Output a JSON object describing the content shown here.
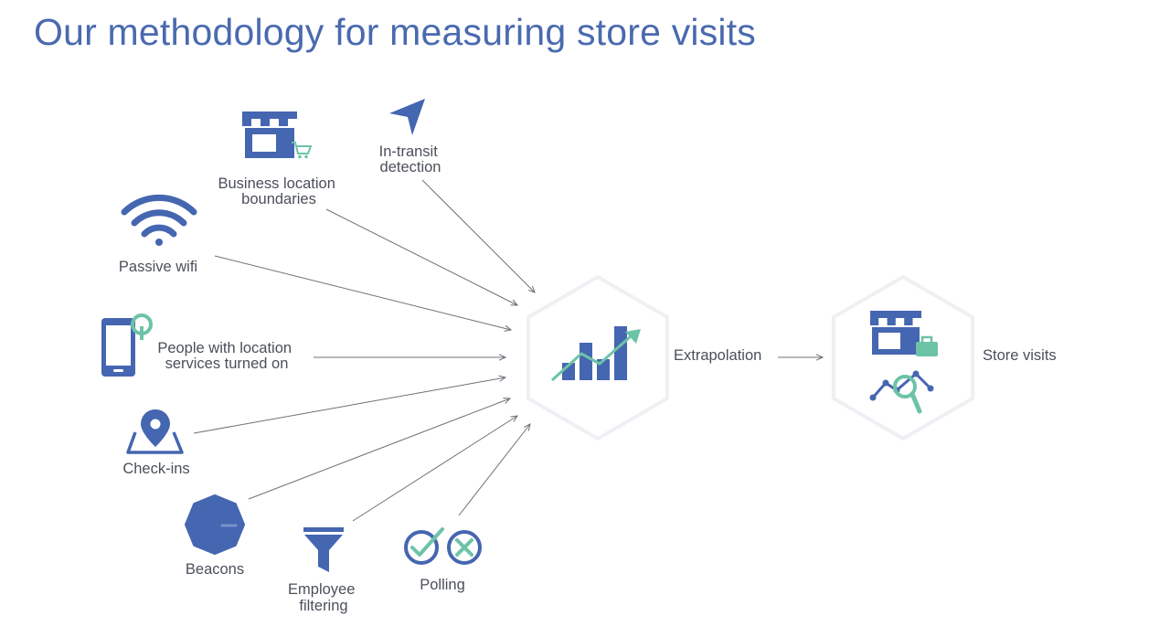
{
  "title": "Our methodology for measuring store visits",
  "inputs": [
    {
      "id": "in-transit",
      "label_lines": [
        "In-transit",
        "detection"
      ],
      "icon": "navigation-arrow-icon"
    },
    {
      "id": "business-location",
      "label_lines": [
        "Business location",
        "boundaries"
      ],
      "icon": "storefront-cart-icon"
    },
    {
      "id": "passive-wifi",
      "label_lines": [
        "Passive wifi"
      ],
      "icon": "wifi-icon"
    },
    {
      "id": "location-services",
      "label_lines": [
        "People with location",
        "services turned on"
      ],
      "icon": "phone-location-icon"
    },
    {
      "id": "check-ins",
      "label_lines": [
        "Check-ins"
      ],
      "icon": "map-pin-icon"
    },
    {
      "id": "beacons",
      "label_lines": [
        "Beacons"
      ],
      "icon": "beacon-icon"
    },
    {
      "id": "employee-filtering",
      "label_lines": [
        "Employee",
        "filtering"
      ],
      "icon": "funnel-icon"
    },
    {
      "id": "polling",
      "label_lines": [
        "Polling"
      ],
      "icon": "check-cross-icon"
    }
  ],
  "process": {
    "label": "Extrapolation",
    "icon": "bar-chart-trend-icon"
  },
  "output": {
    "label": "Store visits",
    "icon": "storefront-analytics-icon"
  },
  "colors": {
    "title": "#4a6aaf",
    "icon_primary": "#4566b0",
    "icon_accent": "#6dc3a8",
    "text": "#4a4f59",
    "arrow": "#6d7079",
    "hexagon_border": "#eef0f3"
  }
}
